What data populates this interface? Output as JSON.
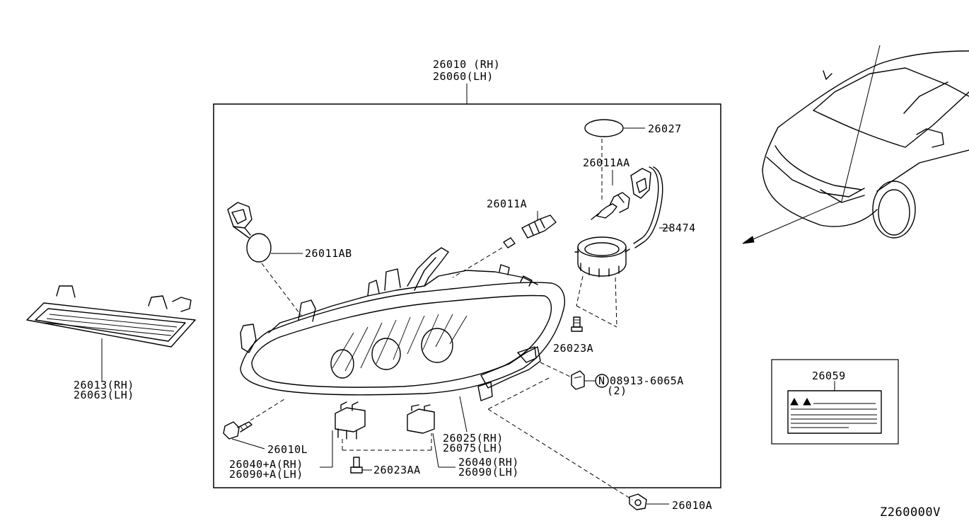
{
  "diagram_code": "Z260000V",
  "labels": {
    "assembly_rh": "26010 (RH)",
    "assembly_lh": "26060(LH)",
    "seal": "26027",
    "bulb_aa": "26011AA",
    "harness": "28474",
    "bulb_a": "26011A",
    "bulb_ab": "26011AB",
    "screw_a": "26023A",
    "clip_part": "08913-6065A",
    "clip_mark": "N",
    "clip_qty": "(2)",
    "housing_rh": "26025(RH)",
    "housing_lh": "26075(LH)",
    "socket_rh": "26040(RH)",
    "socket_lh": "26090(LH)",
    "socket_a_rh": "26040+A(RH)",
    "socket_a_lh": "26090+A(LH)",
    "screw_aa": "26023AA",
    "bolt_l": "26010L",
    "bolt_a": "26010A",
    "side_lamp_rh": "26013(RH)",
    "side_lamp_lh": "26063(LH)",
    "caution_label": "26059"
  },
  "icons": {
    "car": "car-front-view",
    "warning": "warning-triangle-icon"
  }
}
